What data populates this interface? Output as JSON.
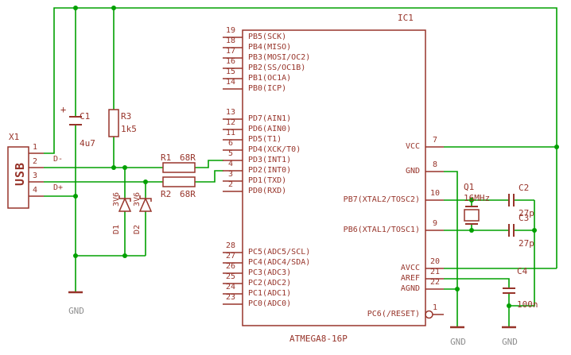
{
  "colors": {
    "wire": "#00A000",
    "symbol": "#97342A",
    "gnd_text": "#8F8F8F",
    "background": "#FFFFFF"
  },
  "ic": {
    "ref": "IC1",
    "part": "ATMEGA8-16P",
    "left_pins": [
      {
        "num": "19",
        "name": "PB5(SCK)"
      },
      {
        "num": "18",
        "name": "PB4(MISO)"
      },
      {
        "num": "17",
        "name": "PB3(MOSI/OC2)"
      },
      {
        "num": "16",
        "name": "PB2(SS/OC1B)"
      },
      {
        "num": "15",
        "name": "PB1(OC1A)"
      },
      {
        "num": "14",
        "name": "PB0(ICP)"
      },
      {
        "num": "13",
        "name": "PD7(AIN1)"
      },
      {
        "num": "12",
        "name": "PD6(AIN0)"
      },
      {
        "num": "11",
        "name": "PD5(T1)"
      },
      {
        "num": "6",
        "name": "PD4(XCK/T0)"
      },
      {
        "num": "5",
        "name": "PD3(INT1)"
      },
      {
        "num": "4",
        "name": "PD2(INT0)"
      },
      {
        "num": "3",
        "name": "PD1(TXD)"
      },
      {
        "num": "2",
        "name": "PD0(RXD)"
      },
      {
        "num": "28",
        "name": "PC5(ADC5/SCL)"
      },
      {
        "num": "27",
        "name": "PC4(ADC4/SDA)"
      },
      {
        "num": "26",
        "name": "PC3(ADC3)"
      },
      {
        "num": "25",
        "name": "PC2(ADC2)"
      },
      {
        "num": "24",
        "name": "PC1(ADC1)"
      },
      {
        "num": "23",
        "name": "PC0(ADC0)"
      }
    ],
    "right_pins": [
      {
        "num": "7",
        "name": "VCC"
      },
      {
        "num": "8",
        "name": "GND"
      },
      {
        "num": "10",
        "name": "PB7(XTAL2/TOSC2)"
      },
      {
        "num": "9",
        "name": "PB6(XTAL1/TOSC1)"
      },
      {
        "num": "20",
        "name": "AVCC"
      },
      {
        "num": "21",
        "name": "AREF"
      },
      {
        "num": "22",
        "name": "AGND"
      },
      {
        "num": "1",
        "name": "PC6(/RESET)"
      }
    ]
  },
  "usb": {
    "ref": "X1",
    "label": "USB",
    "pin_numbers": [
      "1",
      "2",
      "3",
      "4"
    ]
  },
  "nets": {
    "d_minus": "D-",
    "d_plus": "D+"
  },
  "parts": {
    "c1": {
      "ref": "C1",
      "value": "4u7",
      "polarity": "+"
    },
    "r1": {
      "ref": "R1",
      "value": "68R"
    },
    "r2": {
      "ref": "R2",
      "value": "68R"
    },
    "r3": {
      "ref": "R3",
      "value": "1k5"
    },
    "d1": {
      "ref": "D1",
      "value": "3V6"
    },
    "d2": {
      "ref": "D2",
      "value": "3V6"
    },
    "q1": {
      "ref": "Q1",
      "value": "16MHz"
    },
    "c2": {
      "ref": "C2",
      "value": "27p"
    },
    "c3": {
      "ref": "C3",
      "value": "27p"
    },
    "c4": {
      "ref": "C4",
      "value": "100n"
    }
  },
  "gnd_labels": {
    "left": "GND",
    "mid": "GND",
    "right": "GND"
  }
}
